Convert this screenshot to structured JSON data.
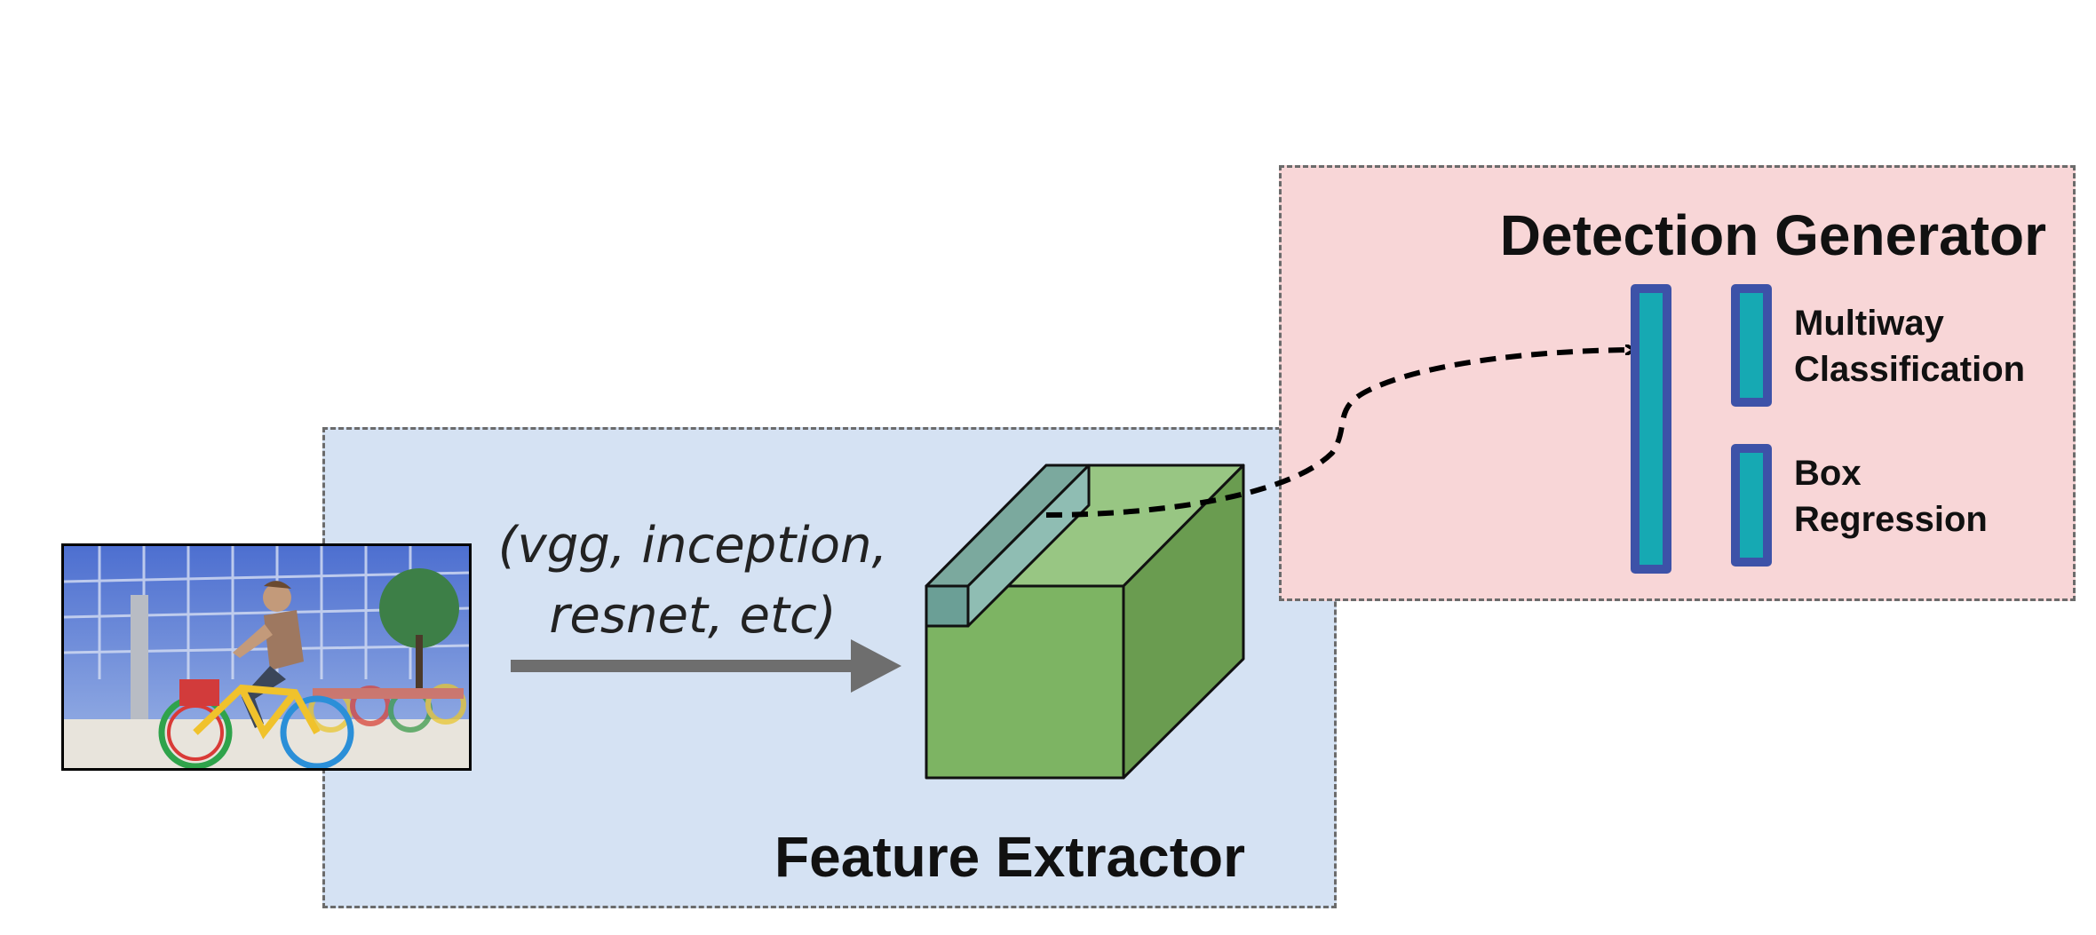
{
  "feature_extractor": {
    "title": "Feature Extractor",
    "backbone_line_1": "(vgg, inception,",
    "backbone_line_2": "resnet, etc)"
  },
  "detection_generator": {
    "title": "Detection Generator",
    "multiway_line_1": "Multiway",
    "multiway_line_2": "Classification",
    "box_line_1": "Box",
    "box_line_2": "Regression"
  },
  "colors": {
    "feature_panel_bg": "#d5e2f3",
    "detection_panel_bg": "#f8d6d7",
    "cube_front": "#7db463",
    "cube_top": "#98c683",
    "cube_side": "#6a9c50",
    "layer_outer": "#3d52a8",
    "layer_inner": "#16a9b3",
    "arrow": "#6e6e6e"
  },
  "icons": {
    "input_image": "photo-cyclist-icon",
    "feature_map": "feature-cube-icon"
  }
}
